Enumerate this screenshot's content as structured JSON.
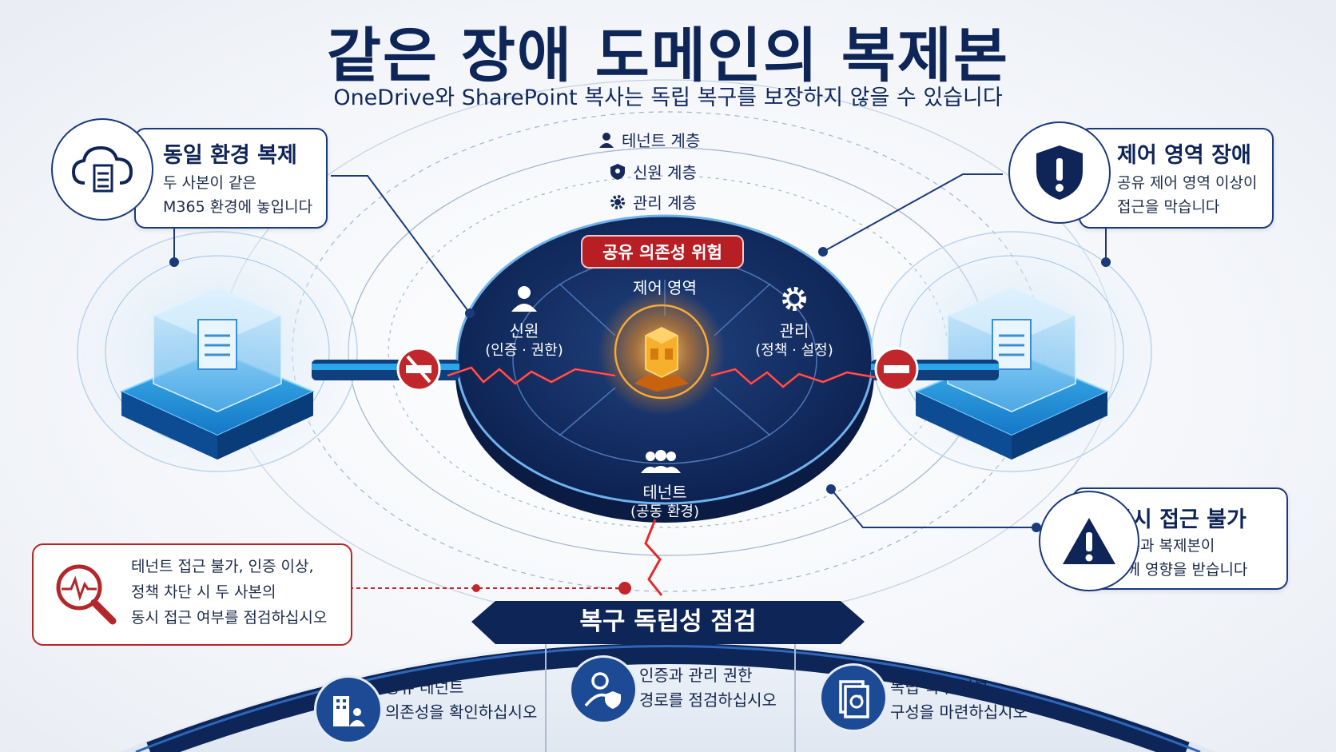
{
  "title": "같은 장애 도메인의 복제본",
  "subtitle": "OneDrive와 SharePoint 복사는 독립 복구를 보장하지 않을 수 있습니다",
  "layers": {
    "tenant": "테넌트 계층",
    "identity": "신원 계층",
    "management": "관리 계층"
  },
  "cards": {
    "same_env": {
      "title": "동일 환경 복제",
      "line1": "두 사본이 같은",
      "line2": "M365 환경에 놓입니다",
      "icon": "cloud-document-icon"
    },
    "control_fault": {
      "title": "제어 영역 장애",
      "line1": "공유 제어 영역 이상이",
      "line2": "접근을 막습니다",
      "icon": "shield-alert-icon"
    },
    "simul_access": {
      "title": "동시 접근 불가",
      "line1": "원본과 복제본이",
      "line2": "함께 영향을 받습니다",
      "icon": "warning-triangle-icon"
    },
    "check_note": {
      "line1": "테넌트 접근 불가, 인증 이상,",
      "line2": "정책 차단 시 두 사본의",
      "line3": "동시 접근 여부를 점검하십시오",
      "icon": "magnifier-pulse-icon"
    }
  },
  "hub": {
    "risk": "공유 의존성 위험",
    "control": "제어 영역",
    "identity": "신원",
    "identity_sub": "(인증 · 권한)",
    "management": "관리",
    "management_sub": "(정책 · 설정)",
    "tenant": "테넌트",
    "tenant_sub": "(공동 환경)"
  },
  "recovery_check": {
    "title": "복구 독립성 점검",
    "items": [
      {
        "line1": "공유 테넌트",
        "line2": "의존성을 확인하십시오",
        "icon": "building-people-icon"
      },
      {
        "line1": "인증과 관리 권한",
        "line2": "경로를 점검하십시오",
        "icon": "user-shield-icon"
      },
      {
        "line1": "독립 복구 사본",
        "line2": "구성을 마련하십시오",
        "icon": "backup-copy-icon"
      }
    ]
  },
  "colors": {
    "navy": "#0e2557",
    "danger": "#b81f24",
    "glow_blue": "#1e9ae0",
    "core_orange": "#f39a1e"
  }
}
